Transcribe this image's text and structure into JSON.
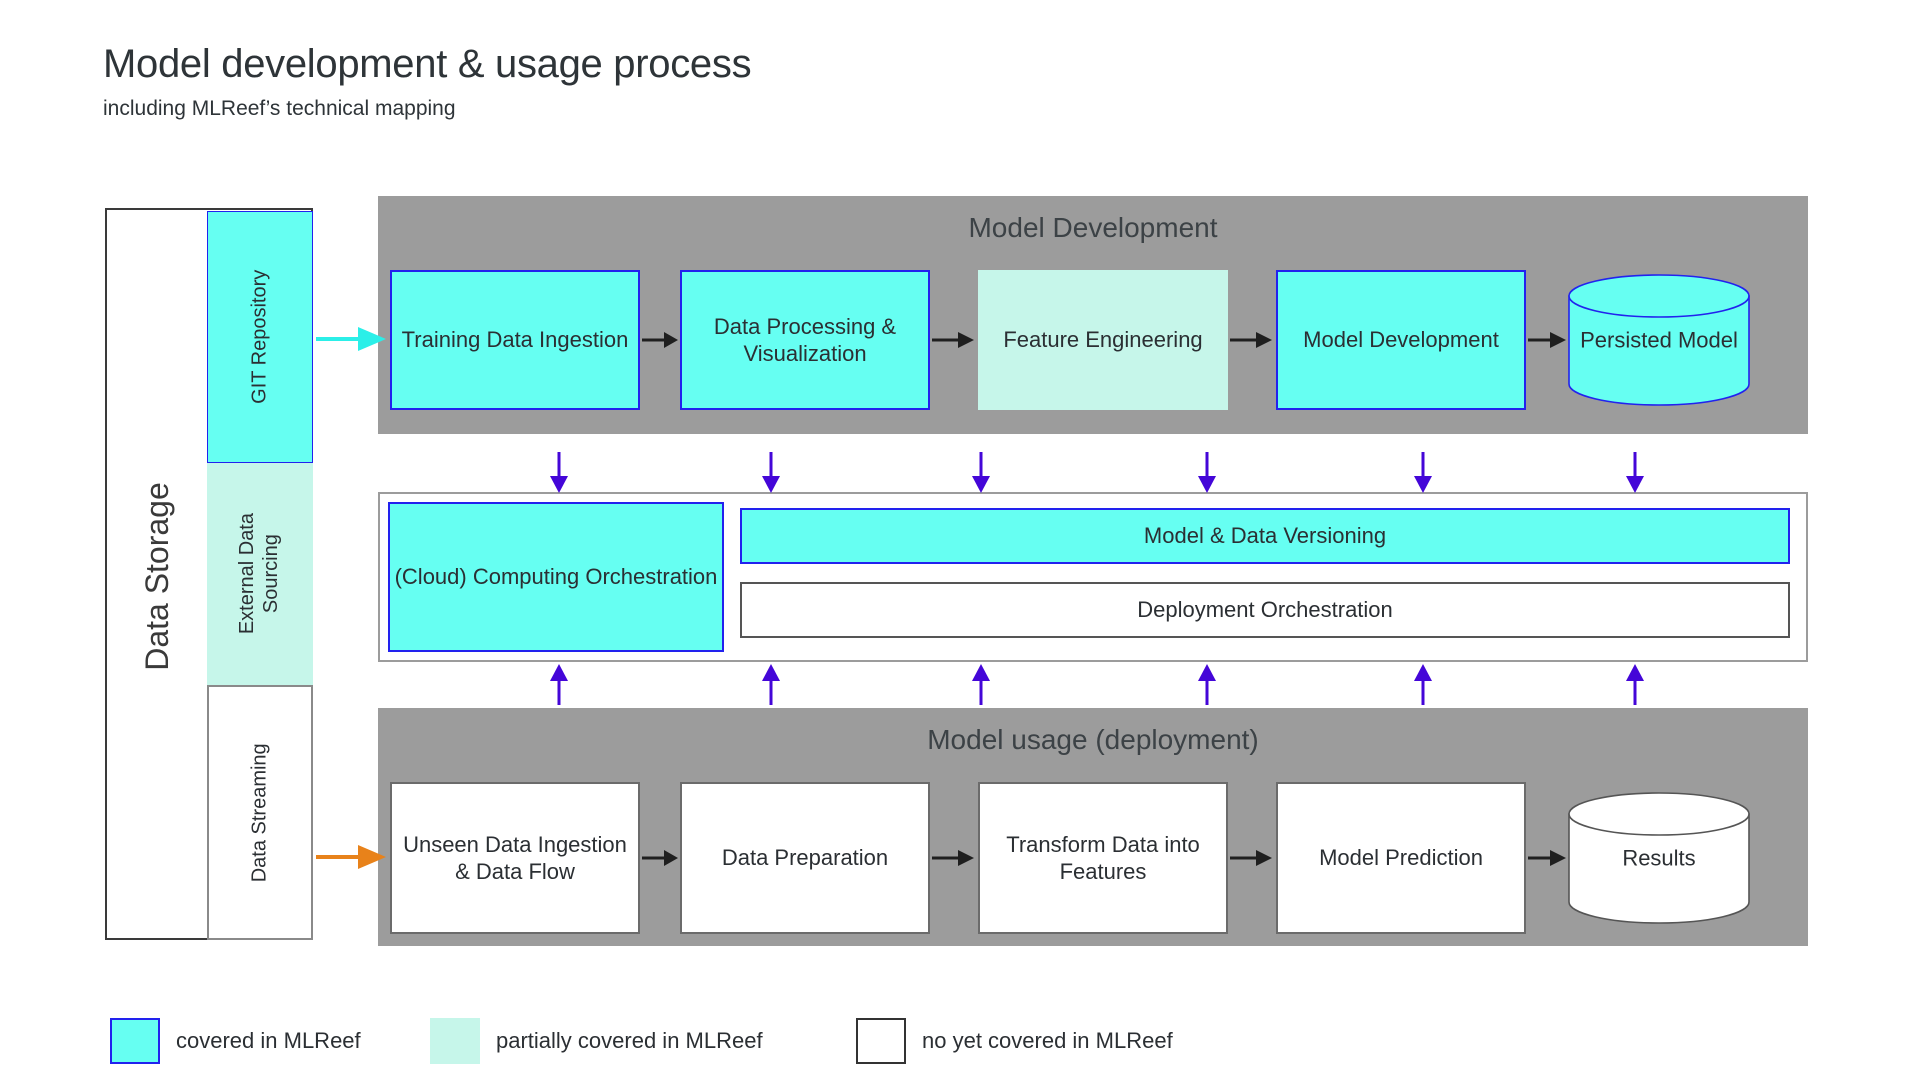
{
  "header": {
    "title": "Model development & usage process",
    "subtitle": "including MLReef’s technical mapping"
  },
  "storage": {
    "label": "Data Storage",
    "sources": [
      {
        "label": "GIT Repository",
        "coverage": "covered"
      },
      {
        "label": "External Data Sourcing",
        "coverage": "partial"
      },
      {
        "label": "Data Streaming",
        "coverage": "uncovered"
      }
    ]
  },
  "development": {
    "title": "Model Development",
    "steps": [
      {
        "label": "Training Data Ingestion",
        "coverage": "covered"
      },
      {
        "label": "Data Processing & Visualization",
        "coverage": "covered"
      },
      {
        "label": "Feature Engineering",
        "coverage": "partial"
      },
      {
        "label": "Model Development",
        "coverage": "covered"
      }
    ],
    "store": {
      "label": "Persisted Model",
      "coverage": "covered"
    }
  },
  "platform": {
    "cloud": {
      "label": "(Cloud) Computing Orchestration",
      "coverage": "covered"
    },
    "versioning": {
      "label": "Model & Data Versioning",
      "coverage": "covered"
    },
    "deployment": {
      "label": "Deployment Orchestration",
      "coverage": "uncovered"
    }
  },
  "usage": {
    "title": "Model usage (deployment)",
    "steps": [
      {
        "label": "Unseen Data Ingestion & Data Flow",
        "coverage": "uncovered"
      },
      {
        "label": "Data Preparation",
        "coverage": "uncovered"
      },
      {
        "label": "Transform Data into Features",
        "coverage": "uncovered"
      },
      {
        "label": "Model Prediction",
        "coverage": "uncovered"
      }
    ],
    "store": {
      "label": "Results",
      "coverage": "uncovered"
    }
  },
  "legend": {
    "items": [
      {
        "label": "covered in MLReef",
        "color": "#66FFF2",
        "border": "#2222ee"
      },
      {
        "label": "partially covered in MLReef",
        "color": "#C6F6EA",
        "border": "none"
      },
      {
        "label": "no yet covered in MLReef",
        "color": "#ffffff",
        "border": "#333333"
      }
    ]
  },
  "colors": {
    "covered_fill": "#66FFF2",
    "covered_border": "#2222ee",
    "partial_fill": "#C6F6EA",
    "uncovered_fill": "#ffffff",
    "uncovered_border": "#6b6b6b",
    "band_grey": "#9c9c9c",
    "arrow_dark": "#1f1f1f",
    "arrow_cyan": "#2BEFE8",
    "arrow_orange": "#E8821A",
    "arrow_purple": "#4406D8"
  }
}
